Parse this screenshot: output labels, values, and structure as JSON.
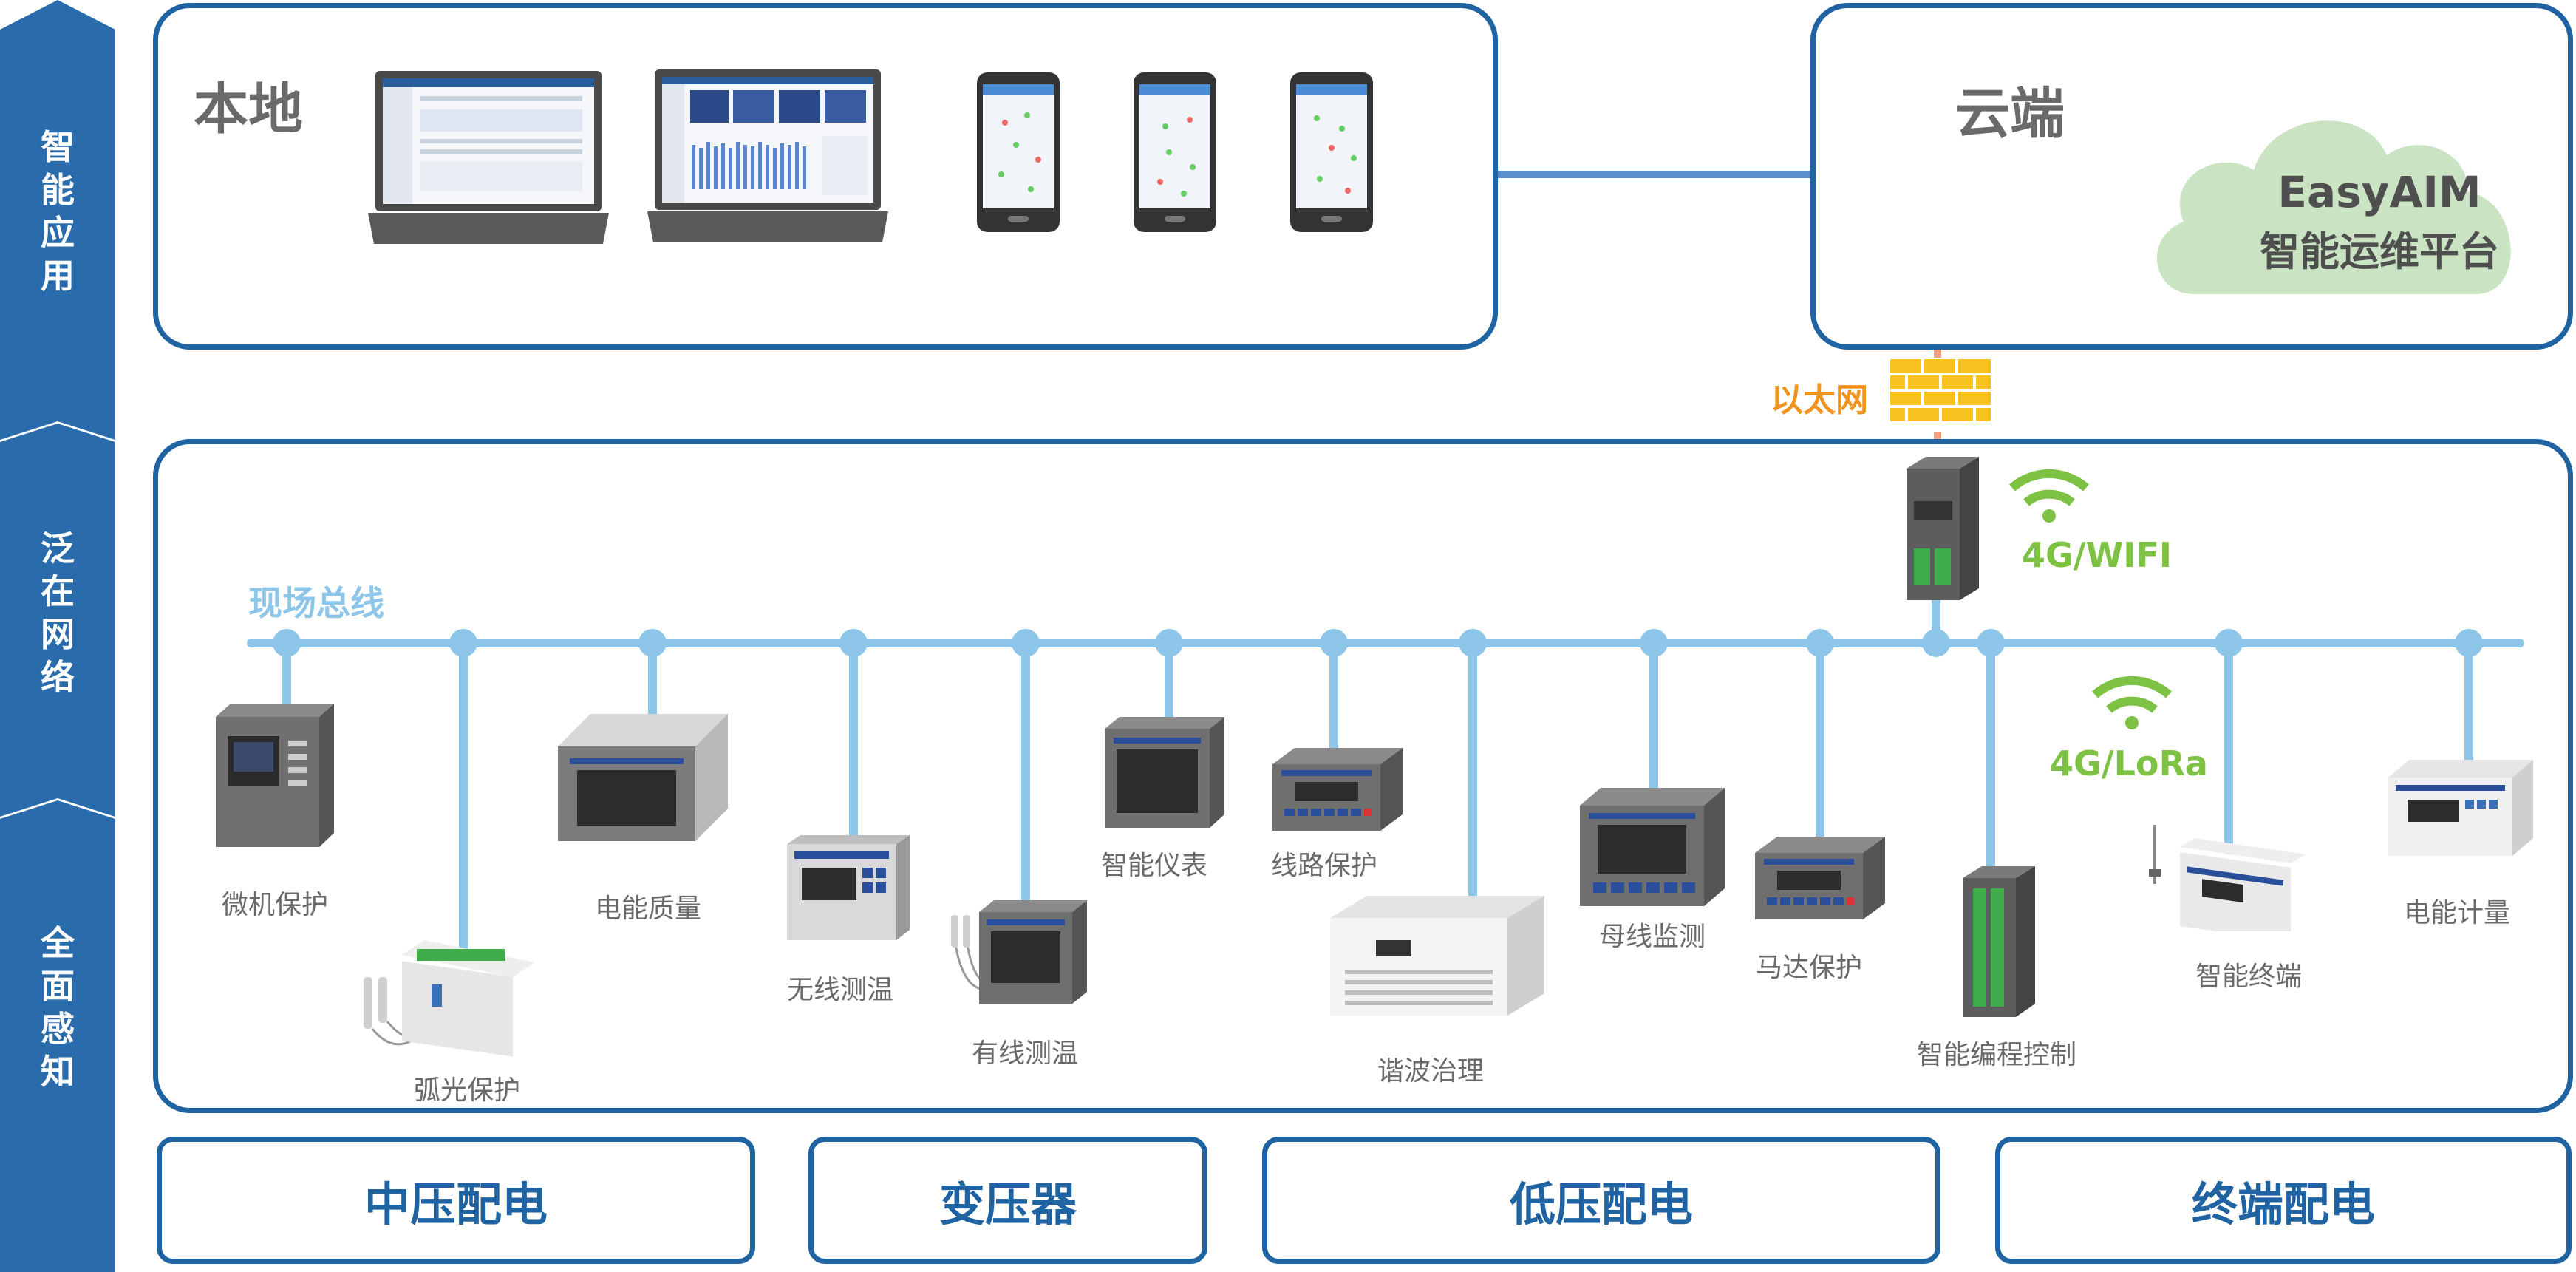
{
  "sidebar": {
    "layers": [
      {
        "label": "智能应用"
      },
      {
        "label": "泛在网络"
      },
      {
        "label": "全面感知"
      }
    ]
  },
  "local": {
    "title": "本地"
  },
  "cloud": {
    "title": "云端",
    "platform_name": "EasyAIM",
    "platform_desc": "智能运维平台"
  },
  "network": {
    "ethernet_label": "以太网",
    "wifi_label": "4G/WIFI",
    "lora_label": "4G/LoRa",
    "bus_label": "现场总线"
  },
  "devices": [
    {
      "label": "微机保护"
    },
    {
      "label": "弧光保护"
    },
    {
      "label": "电能质量"
    },
    {
      "label": "无线测温"
    },
    {
      "label": "有线测温"
    },
    {
      "label": "智能仪表"
    },
    {
      "label": "线路保护"
    },
    {
      "label": "谐波治理"
    },
    {
      "label": "母线监测"
    },
    {
      "label": "马达保护"
    },
    {
      "label": "智能编程控制"
    },
    {
      "label": "智能终端"
    },
    {
      "label": "电能计量"
    }
  ],
  "categories": [
    {
      "label": "中压配电"
    },
    {
      "label": "变压器"
    },
    {
      "label": "低压配电"
    },
    {
      "label": "终端配电"
    }
  ],
  "colors": {
    "primary": "#1f63a3",
    "bus": "#8ec6ea",
    "green": "#7dc242",
    "orange": "#f0941f",
    "cloud": "#c9e3c3"
  }
}
